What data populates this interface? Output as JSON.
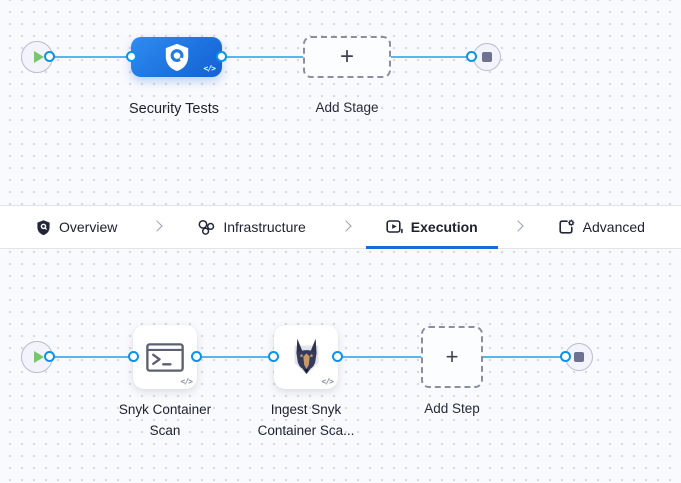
{
  "stage_editor": {
    "top_graph": {
      "stage_label": "Security Tests",
      "add_stage_label": "Add Stage"
    },
    "tabs": [
      {
        "label": "Overview",
        "icon": "shield-icon",
        "active": false
      },
      {
        "label": "Infrastructure",
        "icon": "infrastructure-nodes-icon",
        "active": false
      },
      {
        "label": "Execution",
        "icon": "execution-play-icon",
        "active": true
      },
      {
        "label": "Advanced",
        "icon": "advanced-gear-icon",
        "active": false
      }
    ],
    "step_graph": {
      "steps": [
        {
          "lines": [
            "Snyk Container",
            "Scan"
          ],
          "icon": "terminal-icon"
        },
        {
          "lines": [
            "Ingest Snyk",
            "Container Sca..."
          ],
          "icon": "snyk-dog-icon"
        }
      ],
      "add_step_label": "Add Step"
    }
  },
  "icons": {
    "start_node": "play-icon",
    "end_node": "stop-icon",
    "stage": "shield-scan-icon",
    "separator": "chevron-right-icon",
    "port": "connector-port",
    "plus_glyph": "+",
    "code_glyph": "</>"
  },
  "colors": {
    "stage_blue_start": "#2f8cf0",
    "stage_blue_end": "#175fd2",
    "connector_line": "#54b7f0",
    "port_ring": "#0a93e8",
    "active_tab_underline": "#1b6cd2",
    "start_green": "#7cc46d",
    "stop_gray": "#6e7190",
    "canvas_bg": "#f9fafd",
    "canvas_dot": "#d3d8e4"
  }
}
